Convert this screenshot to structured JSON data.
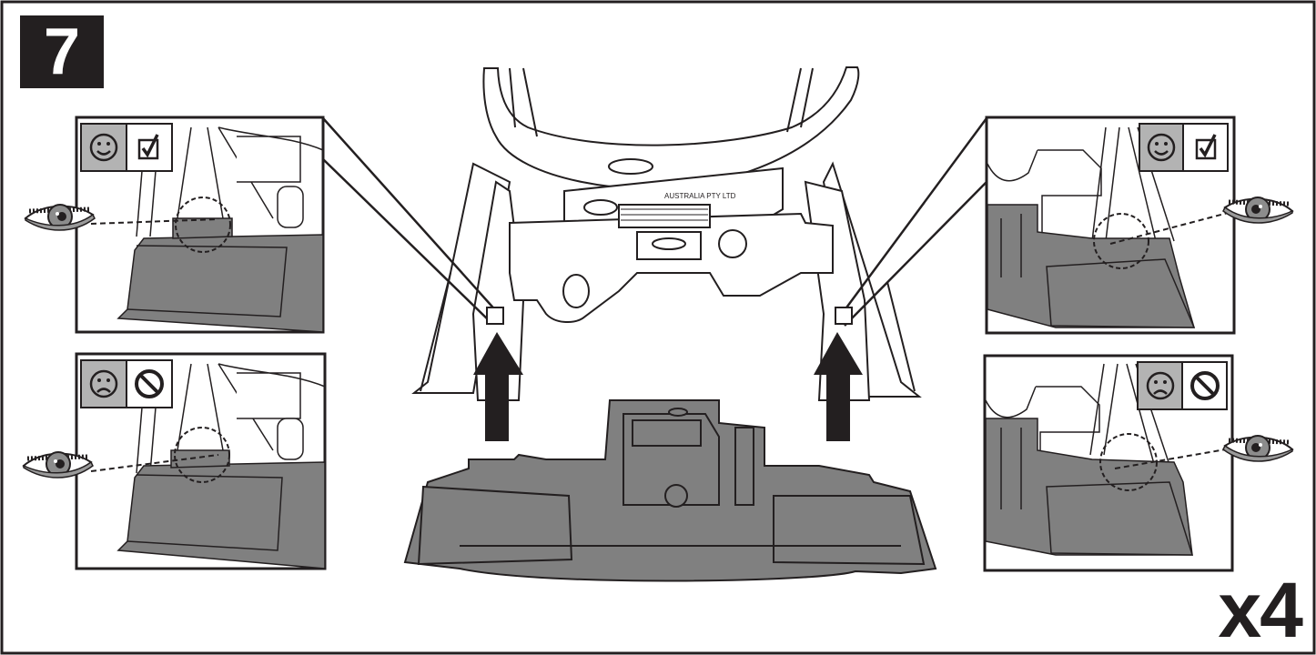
{
  "step": {
    "number": "7"
  },
  "quantity": {
    "label": "x4"
  },
  "colors": {
    "ink": "#231f20",
    "part_fill": "#808080",
    "indicator_bg": "#b3b3b3",
    "border": "#231f20"
  },
  "insets": [
    {
      "id": "top-left",
      "status": "correct",
      "icons": [
        "smiley-happy-icon",
        "checkbox-checked-icon"
      ]
    },
    {
      "id": "bottom-left",
      "status": "incorrect",
      "icons": [
        "smiley-sad-icon",
        "prohibited-icon"
      ]
    },
    {
      "id": "top-right",
      "status": "correct",
      "icons": [
        "smiley-happy-icon",
        "checkbox-checked-icon"
      ]
    },
    {
      "id": "bottom-right",
      "status": "incorrect",
      "icons": [
        "smiley-sad-icon",
        "prohibited-icon"
      ]
    }
  ],
  "label_text": "AUSTRALIA PTY LTD"
}
